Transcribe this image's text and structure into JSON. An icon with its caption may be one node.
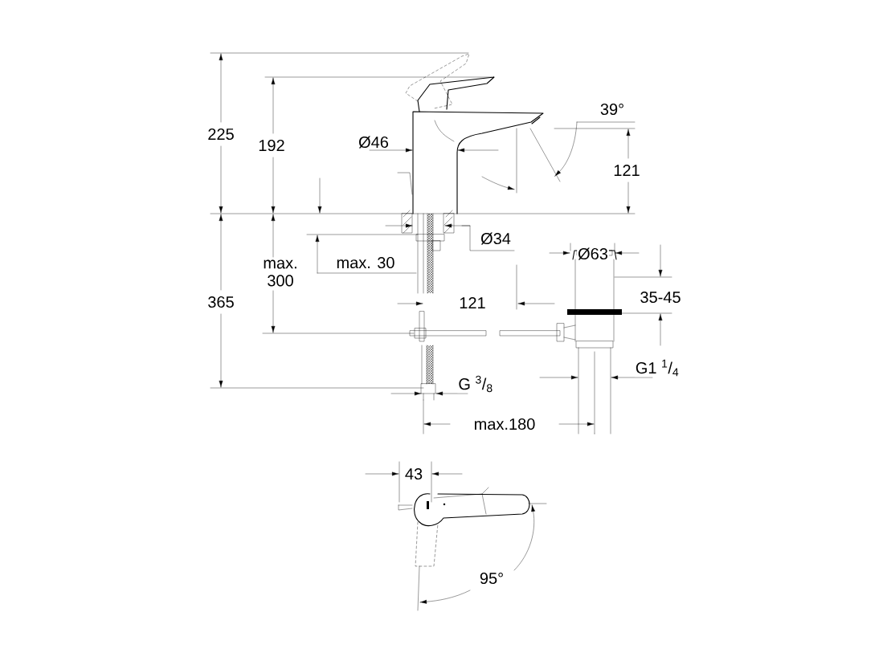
{
  "diagram": {
    "labels": [
      "225",
      "192",
      "39°",
      "Ø46",
      "121",
      "Ø34",
      "Ø63",
      "max. 300",
      "max. 30",
      "121",
      "35-45",
      "365",
      "G1 $^{1}$/$_{4}$",
      "G $^{3}$/$_{8}$",
      "max.180",
      "43",
      "95°"
    ]
  }
}
